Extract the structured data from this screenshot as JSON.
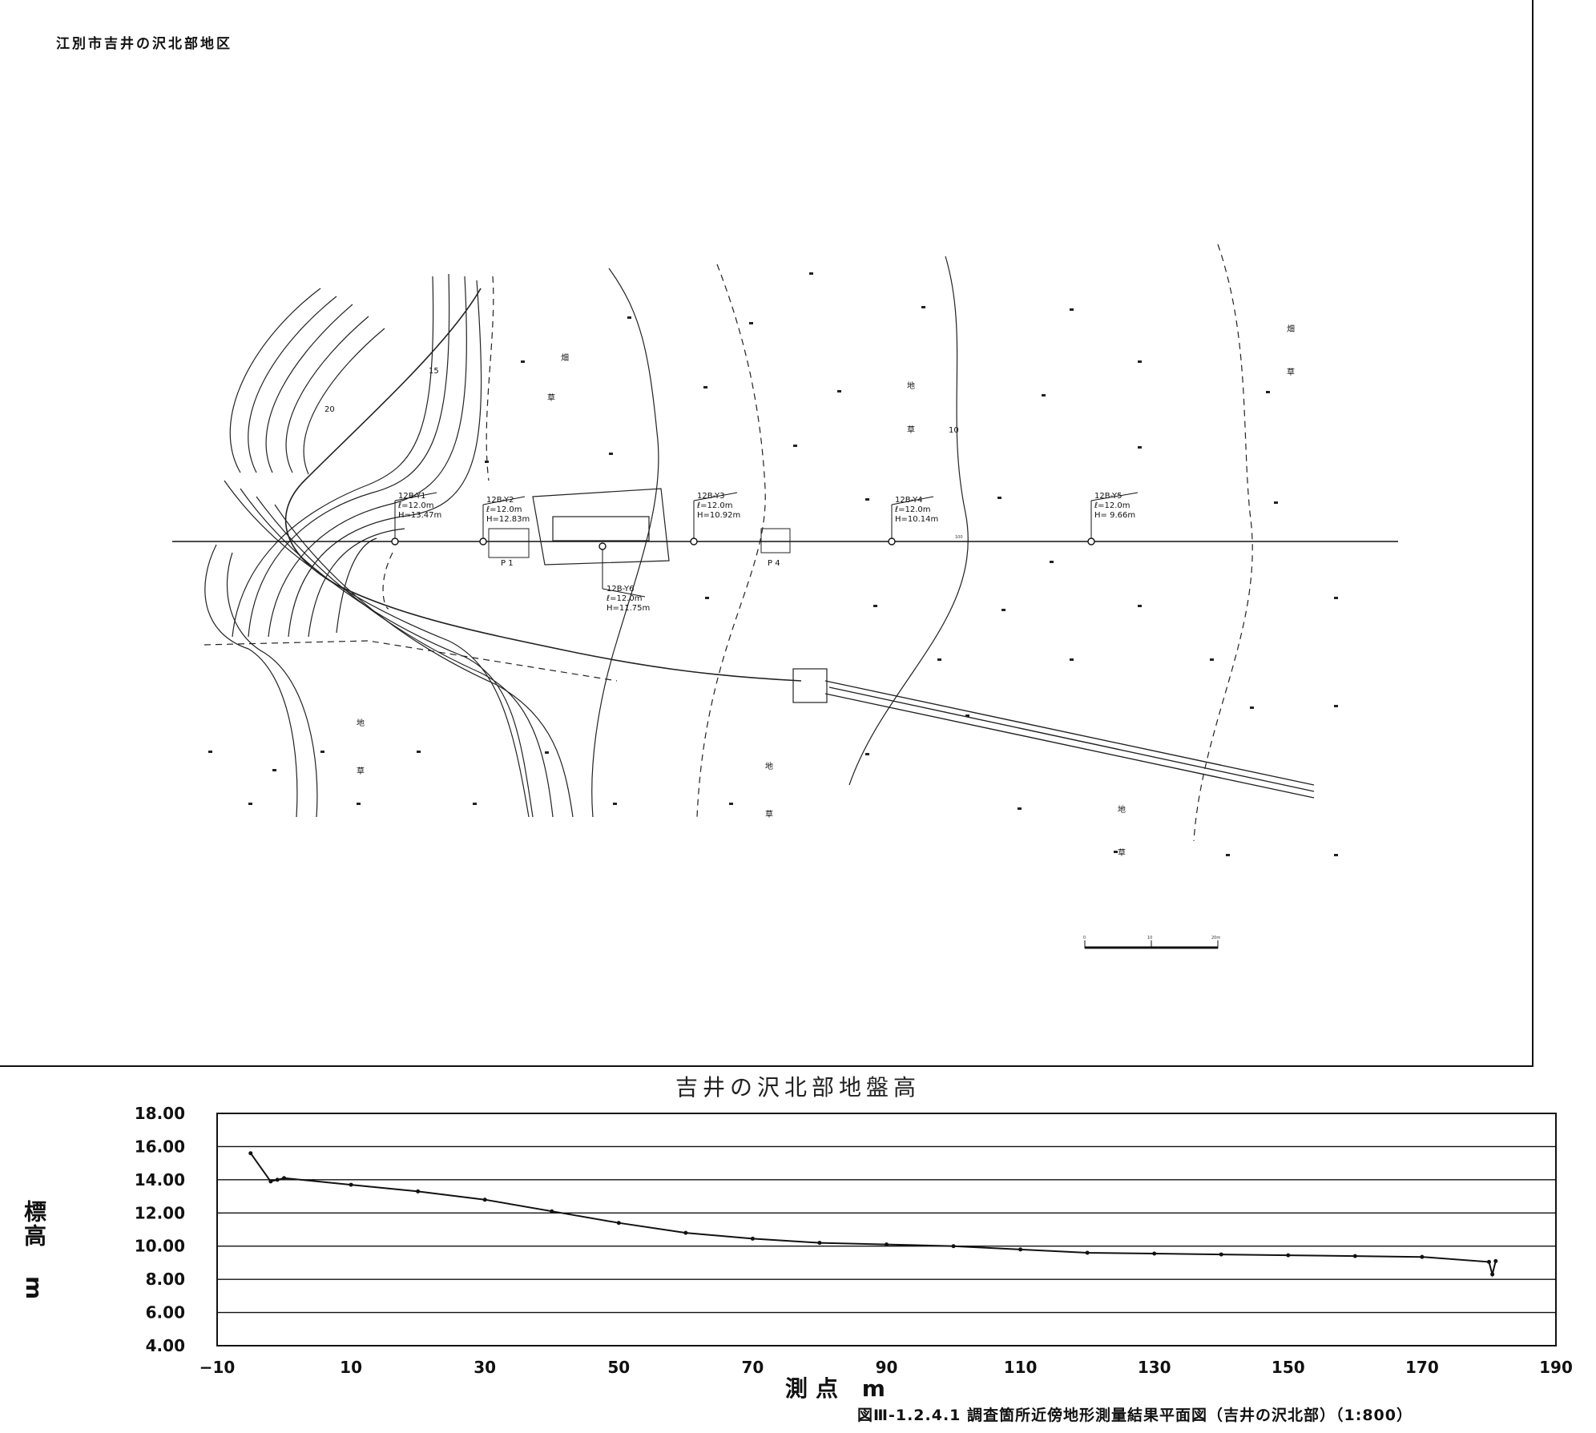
{
  "region_label": "江別市吉井の沢北部地区",
  "map": {
    "stations": [
      {
        "id": "12B-Y1",
        "depth": "ℓ=12.0m",
        "height": "H=13.47m"
      },
      {
        "id": "12B-Y2",
        "depth": "ℓ=12.0m",
        "height": "H=12.83m"
      },
      {
        "id": "12B-Y3",
        "depth": "ℓ=12.0m",
        "height": "H=10.92m"
      },
      {
        "id": "12B-Y4",
        "depth": "ℓ=12.0m",
        "height": "H=10.14m"
      },
      {
        "id": "12B-Y5",
        "depth": "ℓ=12.0m",
        "height": "H= 9.66m"
      },
      {
        "id": "12B-Y6",
        "depth": "ℓ=12.0m",
        "height": "H=11.75m"
      }
    ],
    "points": [
      "P 1",
      "P 4"
    ],
    "chainage_mark": "100",
    "land_use_marks": [
      "畑",
      "草",
      "地"
    ],
    "contour_labels": [
      "20",
      "15",
      "10"
    ],
    "scale_bar": {
      "zero": "0",
      "mid": "10",
      "end": "20m"
    }
  },
  "chart_data": {
    "type": "line",
    "title": "吉井の沢北部地盤高",
    "xlabel": "測点 m",
    "ylabel": "標高 m",
    "xlim": [
      -10,
      190
    ],
    "ylim": [
      4,
      18
    ],
    "x_ticks": [
      "−10",
      "10",
      "30",
      "50",
      "70",
      "90",
      "110",
      "130",
      "150",
      "170",
      "190"
    ],
    "y_ticks": [
      "18.00",
      "16.00",
      "14.00",
      "12.00",
      "10.00",
      "8.00",
      "6.00",
      "4.00"
    ],
    "grid": true,
    "series": [
      {
        "x": [
          -5,
          -2,
          -1,
          0,
          10,
          20,
          30,
          40,
          50,
          60,
          70,
          80,
          90,
          100,
          110,
          120,
          130,
          140,
          150,
          160,
          170,
          180,
          180.5,
          181
        ],
        "y": [
          15.6,
          13.9,
          14.0,
          14.1,
          13.7,
          13.3,
          12.8,
          12.1,
          11.4,
          10.8,
          10.45,
          10.2,
          10.1,
          10.0,
          9.8,
          9.6,
          9.55,
          9.5,
          9.45,
          9.4,
          9.35,
          9.05,
          8.3,
          9.1
        ]
      }
    ]
  },
  "caption": "図Ⅲ-1.2.4.1 調査箇所近傍地形測量結果平面図（吉井の沢北部）（1:800）"
}
